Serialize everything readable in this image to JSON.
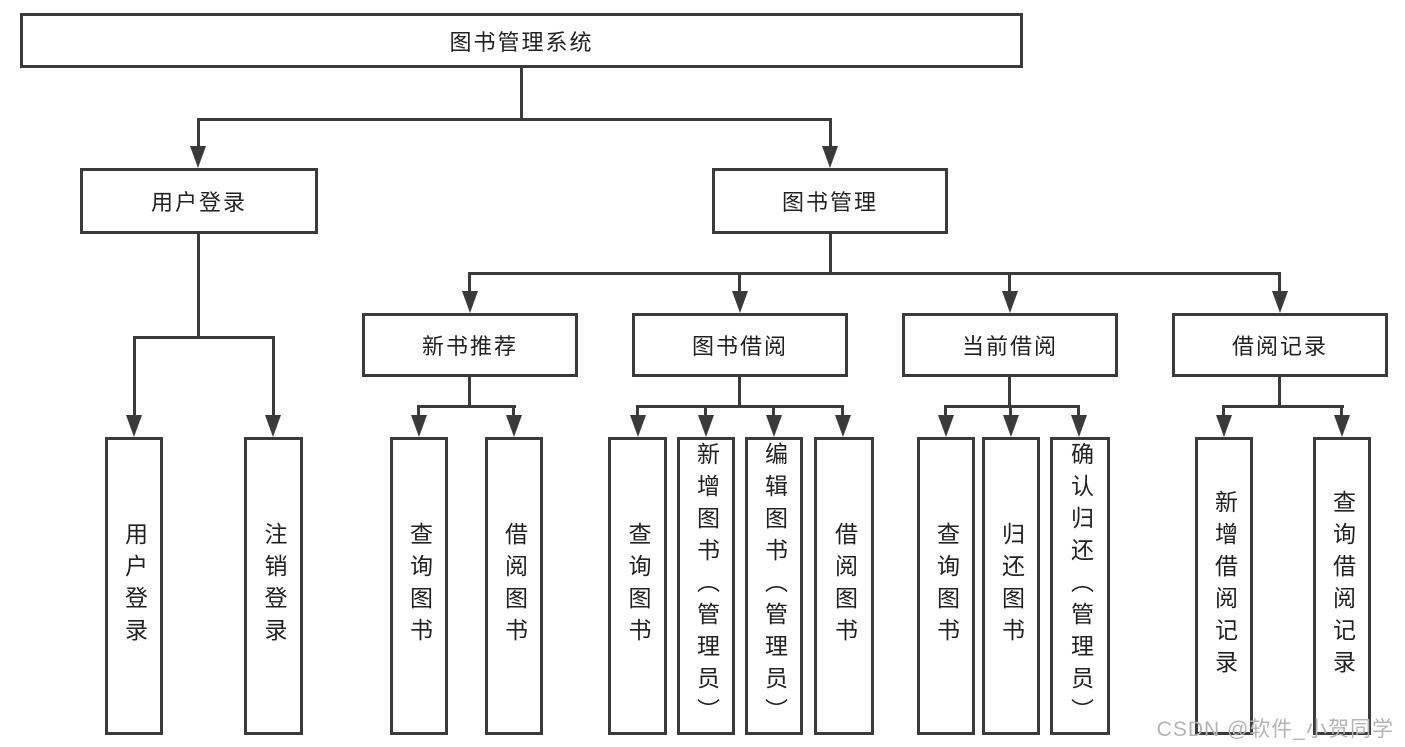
{
  "diagram": {
    "root": {
      "label": "图书管理系统"
    },
    "branches": [
      {
        "label": "用户登录",
        "children": [
          {
            "label": "用户登录"
          },
          {
            "label": "注销登录"
          }
        ]
      },
      {
        "label": "图书管理",
        "children": [
          {
            "label": "新书推荐",
            "children": [
              {
                "label": "查询图书"
              },
              {
                "label": "借阅图书"
              }
            ]
          },
          {
            "label": "图书借阅",
            "children": [
              {
                "label": "查询图书"
              },
              {
                "label": "新增图书（管理员）"
              },
              {
                "label": "编辑图书（管理员）"
              },
              {
                "label": "借阅图书"
              }
            ]
          },
          {
            "label": "当前借阅",
            "children": [
              {
                "label": "查询图书"
              },
              {
                "label": "归还图书"
              },
              {
                "label": "确认归还（管理员）"
              }
            ]
          },
          {
            "label": "借阅记录",
            "children": [
              {
                "label": "新增借阅记录"
              },
              {
                "label": "查询借阅记录"
              }
            ]
          }
        ]
      }
    ],
    "watermark": "CSDN @软件_小贺同学",
    "colors": {
      "line": "#3a3a3a",
      "text": "#212121",
      "background": "#ffffff",
      "watermark": "#b4b4b4"
    }
  }
}
